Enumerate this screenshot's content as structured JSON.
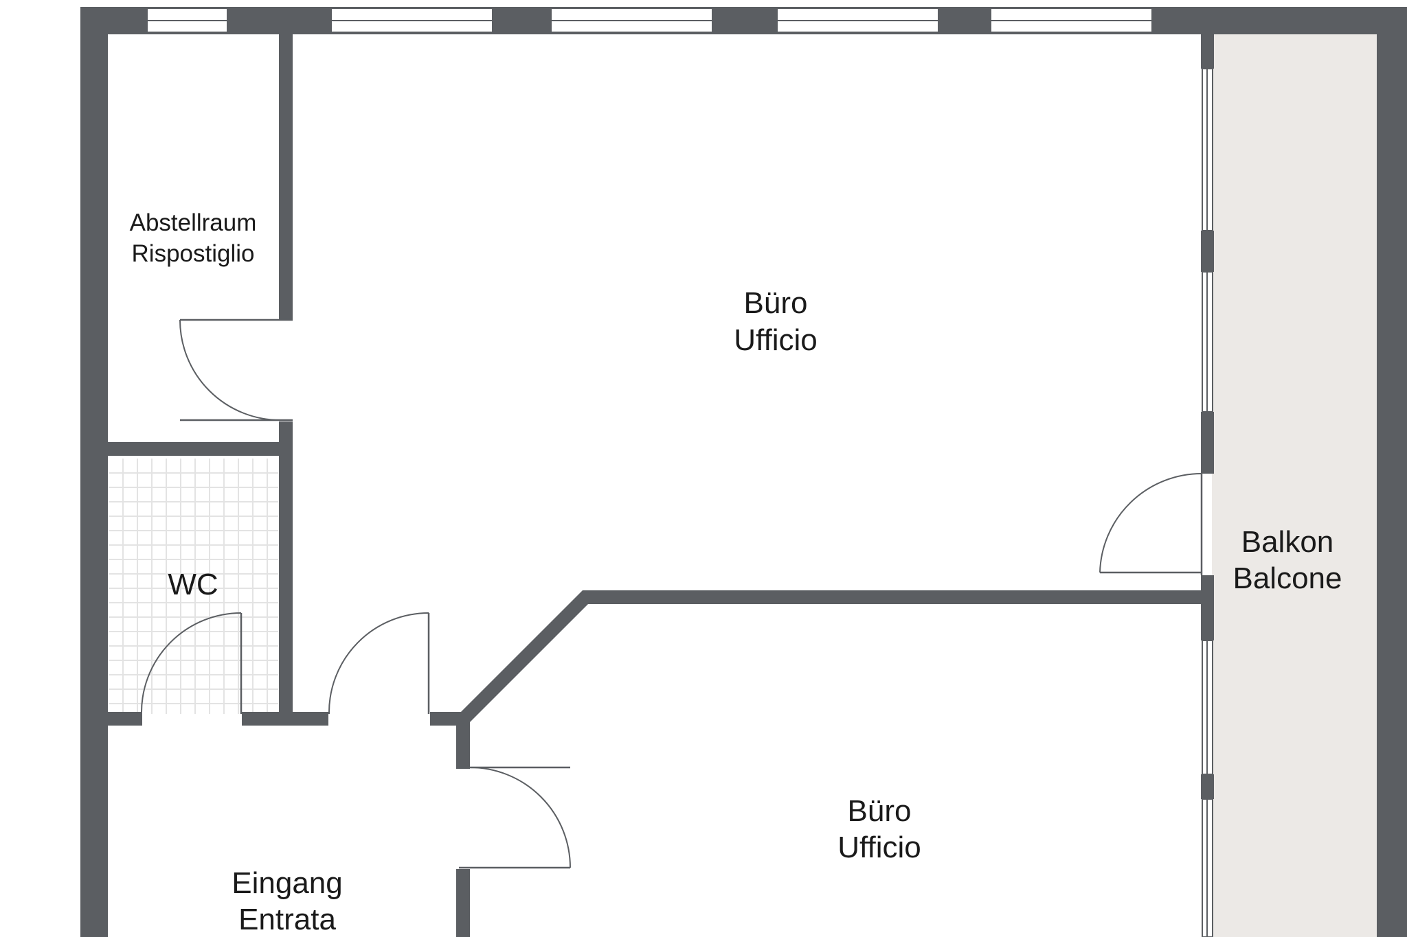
{
  "plan": {
    "colors": {
      "wall": "#5b5e62",
      "balcony_fill": "#ece9e6",
      "wc_tile_line": "#e3e3e3",
      "background": "#ffffff"
    },
    "rooms": {
      "storage": {
        "line1": "Abstellraum",
        "line2": "Rispostiglio"
      },
      "office_top": {
        "line1": "Büro",
        "line2": "Ufficio"
      },
      "wc": {
        "line1": "WC"
      },
      "balcony": {
        "line1": "Balkon",
        "line2": "Balcone"
      },
      "office_bottom": {
        "line1": "Büro",
        "line2": "Ufficio"
      },
      "entrance": {
        "line1": "Eingang",
        "line2": "Entrata"
      }
    }
  }
}
